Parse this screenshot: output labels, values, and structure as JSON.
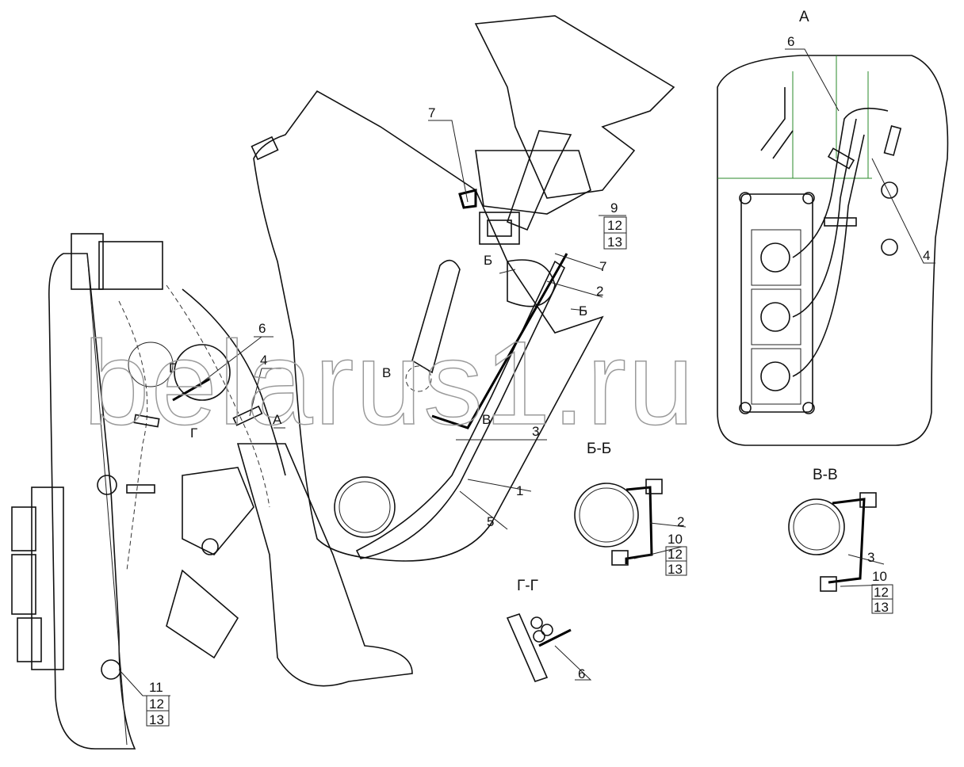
{
  "drawing": {
    "watermark": "belarus1.ru",
    "views": {
      "view_a": "А",
      "section_bb": "Б-Б",
      "section_vv": "В-В",
      "section_gg": "Г-Г"
    },
    "callouts": {
      "a_6": "6",
      "a_4": "4",
      "m_7a": "7",
      "m_9": "9",
      "m_12a": "12",
      "m_13a": "13",
      "m_7b": "7",
      "m_b1": "Б",
      "m_2": "2",
      "m_b2": "Б",
      "l_6": "6",
      "l_4": "4",
      "l_g1": "Г",
      "l_g2": "Г",
      "l_a": "А",
      "m_v1": "В",
      "m_v2": "В",
      "m_3": "3",
      "m_1": "1",
      "m_5": "5",
      "bb_2": "2",
      "bb_10": "10",
      "bb_12": "12",
      "bb_13": "13",
      "vv_3": "3",
      "vv_10": "10",
      "vv_12": "12",
      "vv_13": "13",
      "gg_6": "6",
      "l_11": "11",
      "l_12": "12",
      "l_13": "13"
    }
  }
}
